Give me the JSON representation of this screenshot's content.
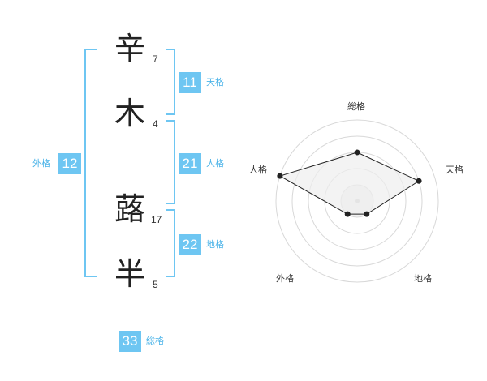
{
  "name": {
    "chars": [
      {
        "char": "辛",
        "strokes": "7"
      },
      {
        "char": "木",
        "strokes": "4"
      },
      {
        "char": "蕗",
        "strokes": "17"
      },
      {
        "char": "半",
        "strokes": "5"
      }
    ]
  },
  "fortunes": {
    "tenkaku": {
      "value": "11",
      "label": "天格"
    },
    "jinkaku": {
      "value": "21",
      "label": "人格"
    },
    "chikaku": {
      "value": "22",
      "label": "地格"
    },
    "gaikaku": {
      "value": "12",
      "label": "外格"
    },
    "soukaku": {
      "value": "33",
      "label": "総格"
    }
  },
  "radar": {
    "axes": [
      "総格",
      "天格",
      "地格",
      "外格",
      "人格"
    ],
    "levels": 5,
    "scores": [
      3,
      4,
      1,
      1,
      5
    ],
    "max": 5
  },
  "colors": {
    "accent": "#6ec6f2",
    "accent_text": "#4ab3e8",
    "radar_fill": "#eeeeee",
    "radar_line": "#222222"
  }
}
